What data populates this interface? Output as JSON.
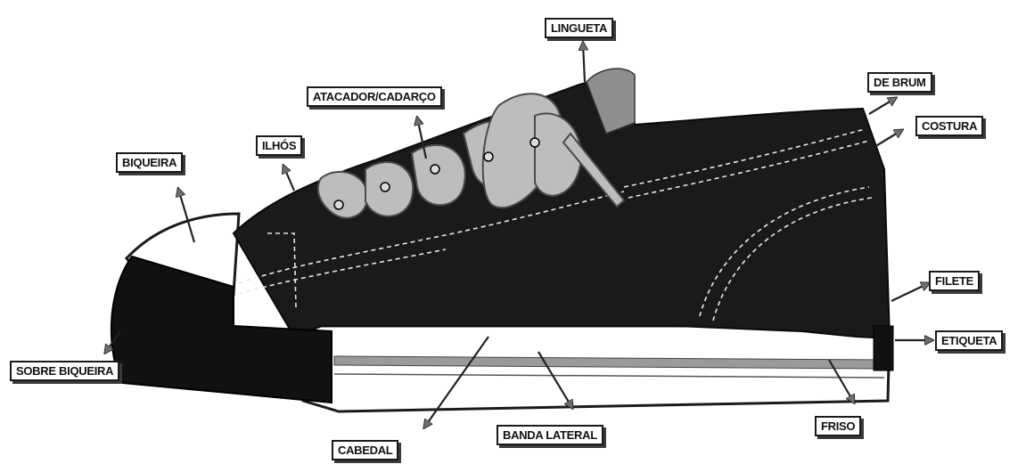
{
  "diagram": {
    "labels": {
      "lingueta": "LINGUETA",
      "atacador": "ATACADOR/CADARÇO",
      "de_brum": "DE BRUM",
      "costura": "COSTURA",
      "ilhos": "ILHÓS",
      "biqueira": "BIQUEIRA",
      "filete": "FILETE",
      "etiqueta": "ETIQUETA",
      "sobre_biqueira": "SOBRE BIQUEIRA",
      "cabedal": "CABEDAL",
      "banda_lateral": "BANDA LATERAL",
      "friso": "FRISO"
    },
    "colors": {
      "canvas": "#1a1a1a",
      "sole": "#ffffff",
      "lace": "#bdbdbd",
      "arrow": "#6e6e6e",
      "stitch": "#e8e8e8"
    }
  }
}
